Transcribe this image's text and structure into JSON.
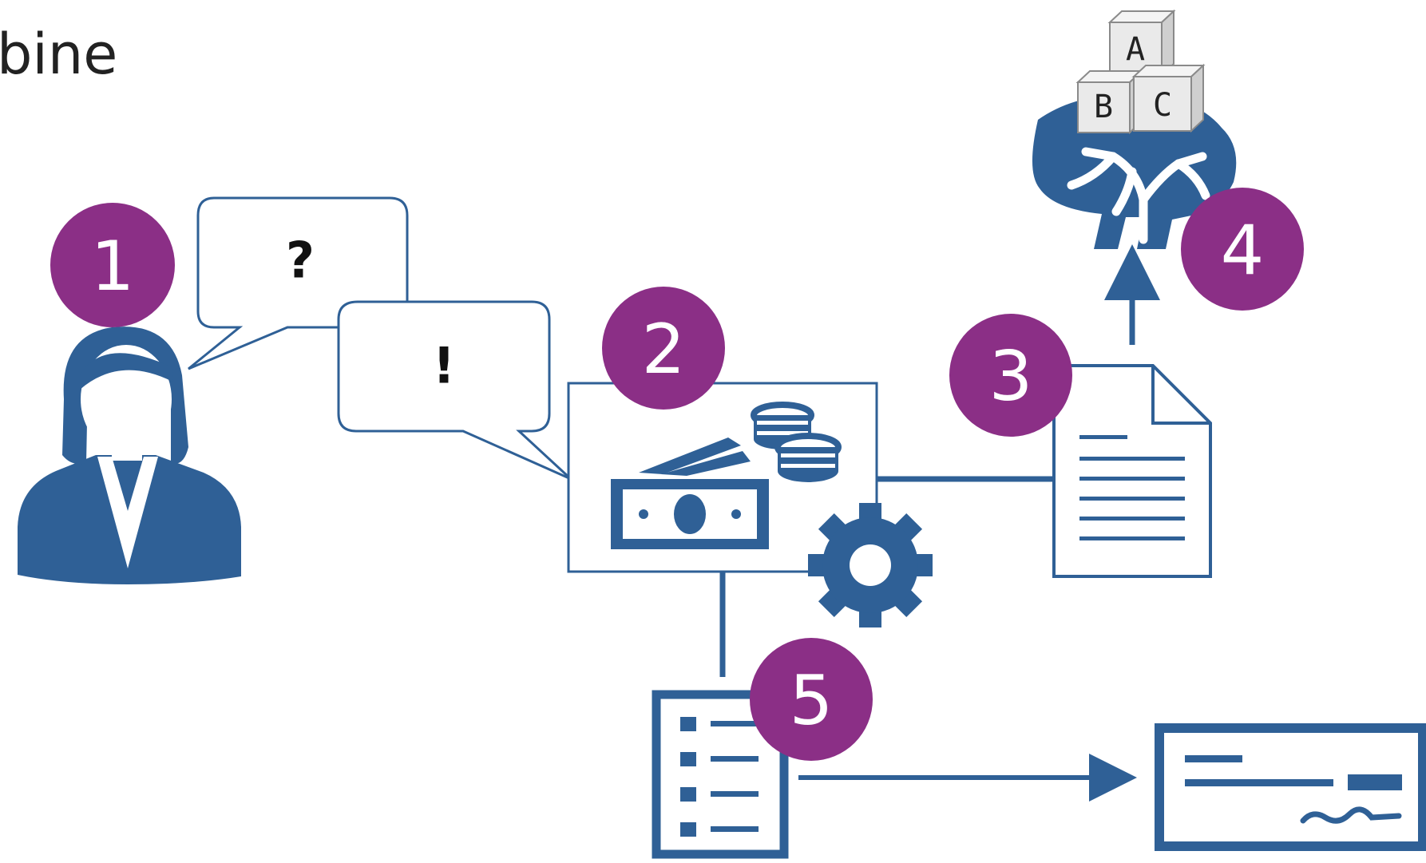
{
  "title": "bine",
  "colors": {
    "primary_blue": "#2f6096",
    "badge_purple": "#8b2f86",
    "outline": "#2f6096",
    "block_fill": "#eaeaea"
  },
  "speech_bubbles": {
    "question": "?",
    "answer": "!"
  },
  "steps": [
    {
      "number": "1",
      "icon": "person-icon"
    },
    {
      "number": "2",
      "icon": "payment-icon"
    },
    {
      "number": "3",
      "icon": "document-icon"
    },
    {
      "number": "4",
      "icon": "brain-learning-icon"
    },
    {
      "number": "5",
      "icon": "checklist-icon"
    }
  ],
  "blocks": [
    "A",
    "B",
    "C"
  ],
  "extra_icons": [
    "gear-icon",
    "cheque-icon",
    "coins-icon",
    "banknote-icon"
  ]
}
